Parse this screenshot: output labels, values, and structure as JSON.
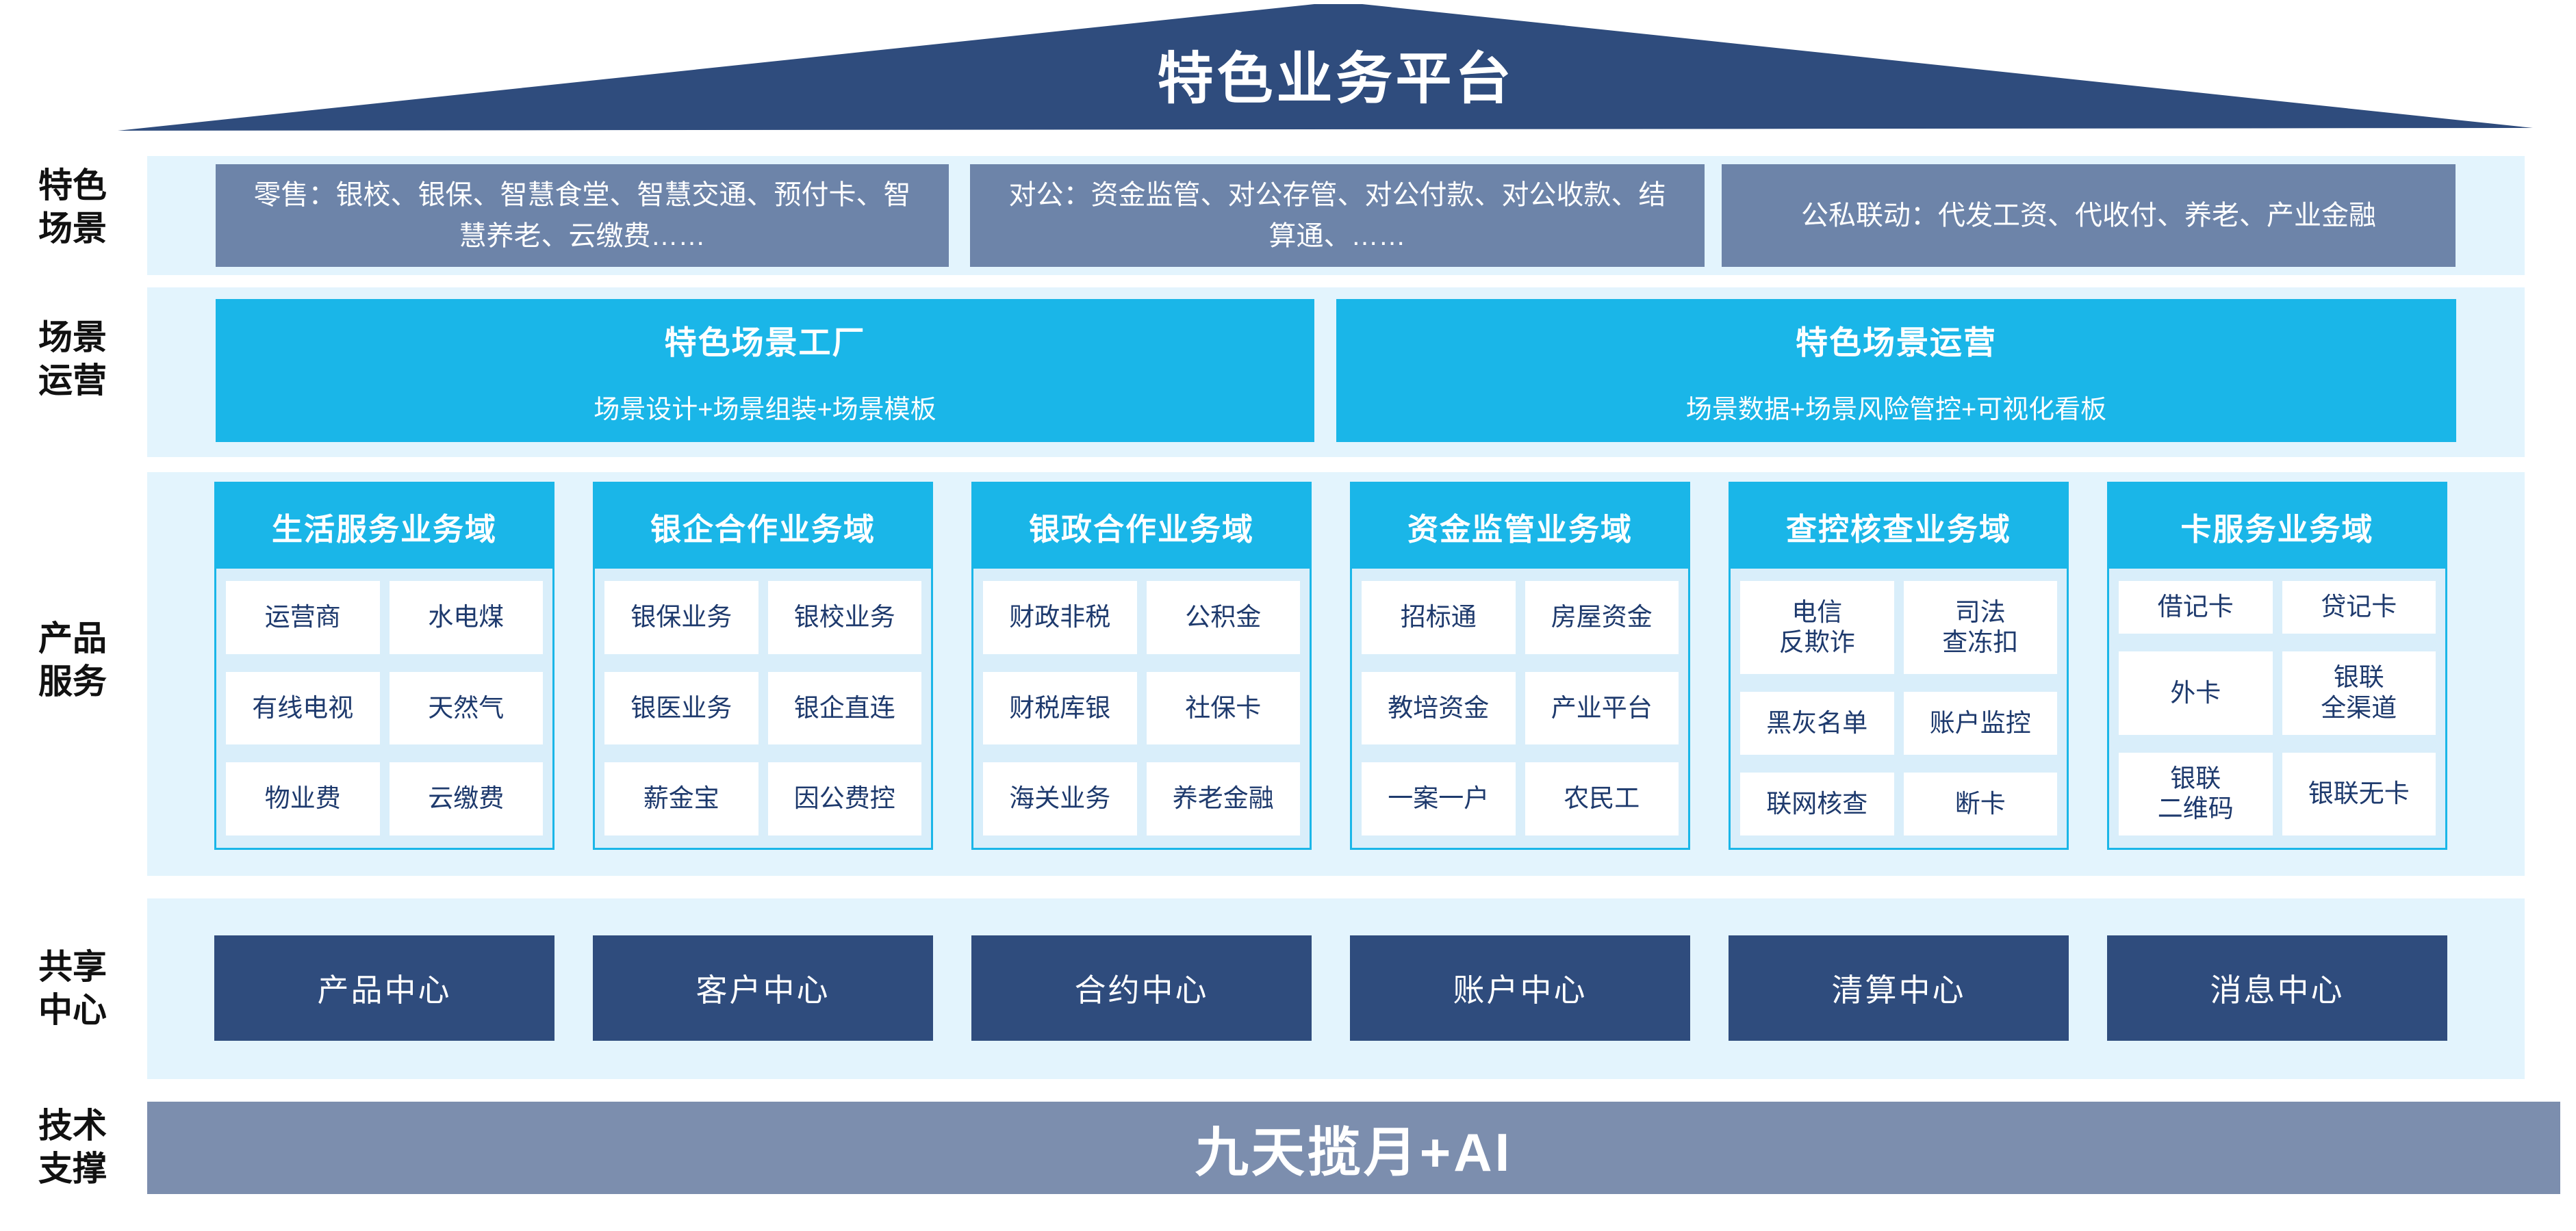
{
  "title": "特色业务平台",
  "side_labels": {
    "scenes": "特色\n场景",
    "operation": "场景\n运营",
    "products": "产品\n服务",
    "share": "共享\n中心",
    "tech": "技术\n支撑"
  },
  "scene_row": {
    "boxes": [
      "零售：银校、银保、智慧食堂、智慧交通、预付卡、智慧养老、云缴费……",
      "对公：资金监管、对公存管、对公付款、对公收款、结算通、……",
      "公私联动：代发工资、代收付、养老、产业金融"
    ]
  },
  "operation_row": {
    "boxes": [
      {
        "title": "特色场景工厂",
        "subtitle": "场景设计+场景组装+场景模板"
      },
      {
        "title": "特色场景运营",
        "subtitle": "场景数据+场景风险管控+可视化看板"
      }
    ]
  },
  "products": {
    "columns": [
      {
        "title": "生活服务业务域",
        "cells": [
          "运营商",
          "水电煤",
          "有线电视",
          "天然气",
          "物业费",
          "云缴费"
        ]
      },
      {
        "title": "银企合作业务域",
        "cells": [
          "银保业务",
          "银校业务",
          "银医业务",
          "银企直连",
          "薪金宝",
          "因公费控"
        ]
      },
      {
        "title": "银政合作业务域",
        "cells": [
          "财政非税",
          "公积金",
          "财税库银",
          "社保卡",
          "海关业务",
          "养老金融"
        ]
      },
      {
        "title": "资金监管业务域",
        "cells": [
          "招标通",
          "房屋资金",
          "教培资金",
          "产业平台",
          "一案一户",
          "农民工"
        ]
      },
      {
        "title": "查控核查业务域",
        "cells": [
          "电信\n反欺诈",
          "司法\n查冻扣",
          "黑灰名单",
          "账户监控",
          "联网核查",
          "断卡"
        ]
      },
      {
        "title": "卡服务业务域",
        "cells": [
          "借记卡",
          "贷记卡",
          "外卡",
          "银联\n全渠道",
          "银联\n二维码",
          "银联无卡"
        ]
      }
    ]
  },
  "share_row": {
    "boxes": [
      "产品中心",
      "客户中心",
      "合约中心",
      "账户中心",
      "清算中心",
      "消息中心"
    ]
  },
  "tech_row": {
    "label": "九天揽月+AI"
  },
  "colors": {
    "roof_navy": "#2f4c7d",
    "steel_blue": "#6d84a9",
    "cyan": "#1ab6e8",
    "band_bg": "#e3f4fd",
    "column_bg": "#d9eefa",
    "cell_text": "#1e3a6d",
    "tech_bar": "#7c8eae"
  }
}
